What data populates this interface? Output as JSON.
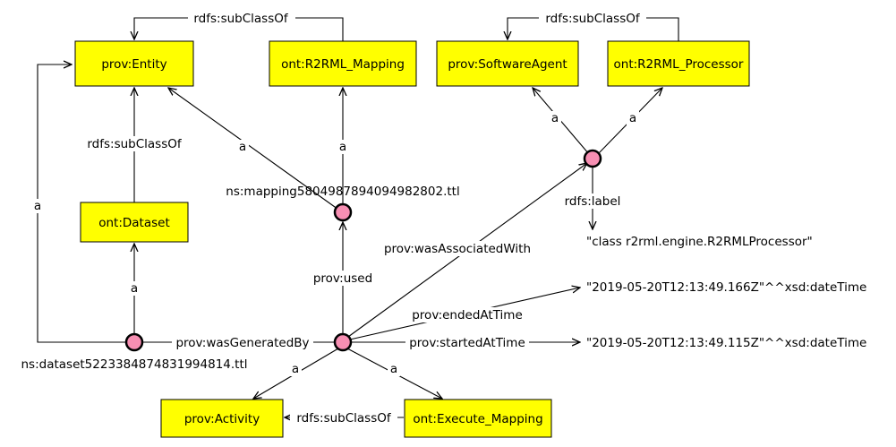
{
  "classes": {
    "prov_entity": "prov:Entity",
    "r2rml_mapping": "ont:R2RML_Mapping",
    "software_agent": "prov:SoftwareAgent",
    "r2rml_processor": "ont:R2RML_Processor",
    "dataset": "ont:Dataset",
    "prov_activity": "prov:Activity",
    "execute_mapping": "ont:Execute_Mapping"
  },
  "instances": {
    "mapping": "ns:mapping5804987894094982802.ttl",
    "dataset": "ns:dataset5223384874831994814.ttl"
  },
  "literals": {
    "processor_label": "\"class r2rml.engine.R2RMLProcessor\"",
    "ended_at": "\"2019-05-20T12:13:49.166Z\"^^xsd:dateTime",
    "started_at": "\"2019-05-20T12:13:49.115Z\"^^xsd:dateTime"
  },
  "edge_labels": {
    "subclass_of": "rdfs:subClassOf",
    "type": "a",
    "rdfs_label": "rdfs:label",
    "was_associated_with": "prov:wasAssociatedWith",
    "used": "prov:used",
    "ended_at_time": "prov:endedAtTime",
    "started_at_time": "prov:startedAtTime",
    "was_generated_by": "prov:wasGeneratedBy"
  },
  "colors": {
    "class_fill": "#ffff00",
    "instance_fill": "#f78fb3",
    "stroke": "#000000"
  }
}
